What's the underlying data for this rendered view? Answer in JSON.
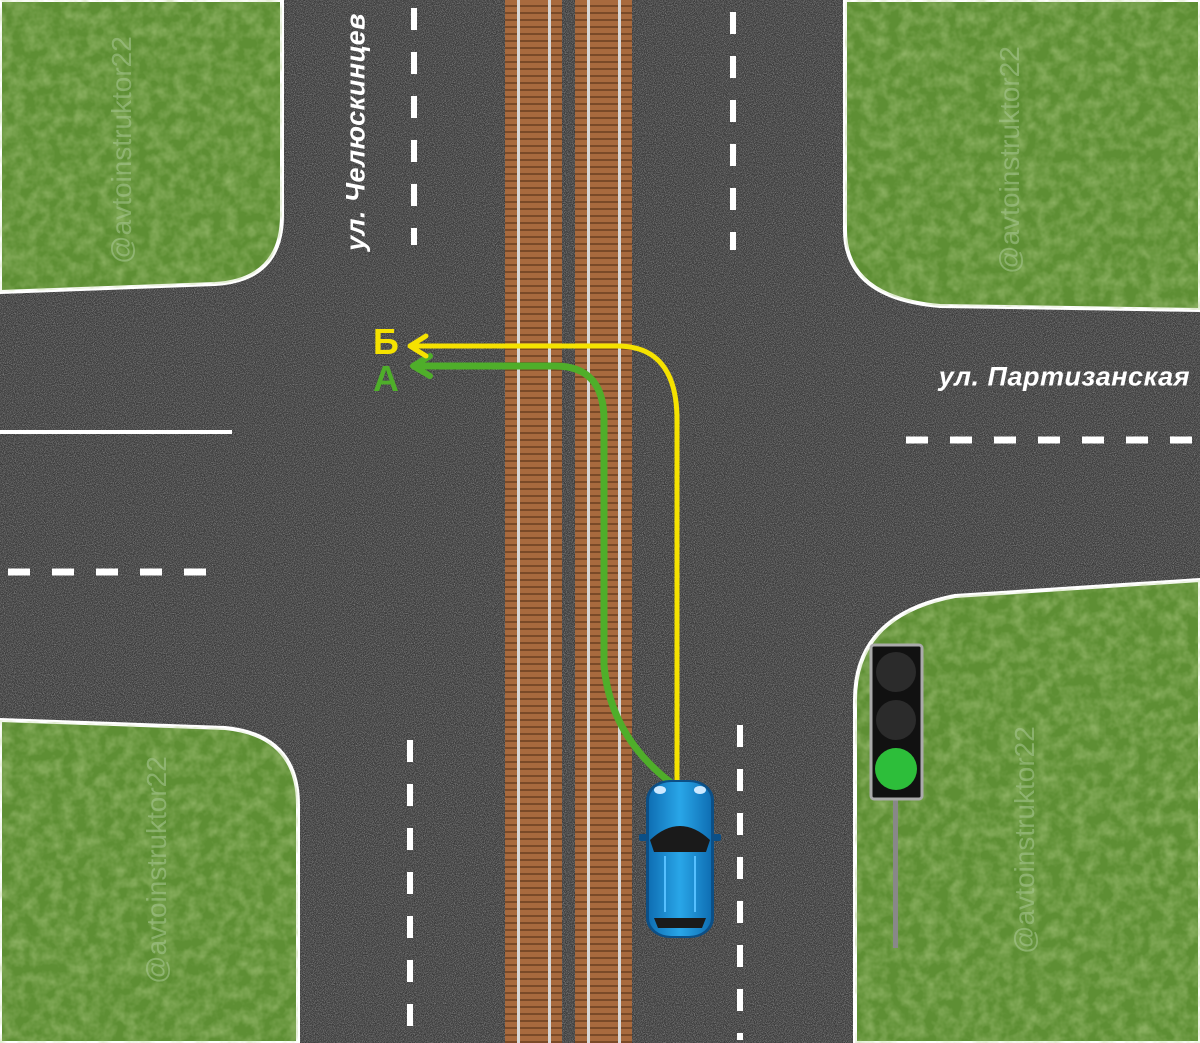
{
  "streets": {
    "vertical": "ул. Челюскинцев",
    "horizontal": "ул. Партизанская"
  },
  "routes": [
    {
      "label": "Б",
      "color": "#f5e200"
    },
    {
      "label": "А",
      "color": "#4fae2a"
    }
  ],
  "watermarks": [
    "@avtoinstruktor22",
    "@avtoinstruktor22",
    "@avtoinstruktor22",
    "@avtoinstruktor22"
  ],
  "traffic_light": {
    "active_signal": "green",
    "signals": [
      "red",
      "yellow",
      "green"
    ]
  },
  "colors": {
    "asphalt": "#3a3a3a",
    "grass": "#5e8f34",
    "tram_track": "#a86a3e",
    "rail": "#d8d8d8",
    "car_body": "#1e8fd6"
  }
}
